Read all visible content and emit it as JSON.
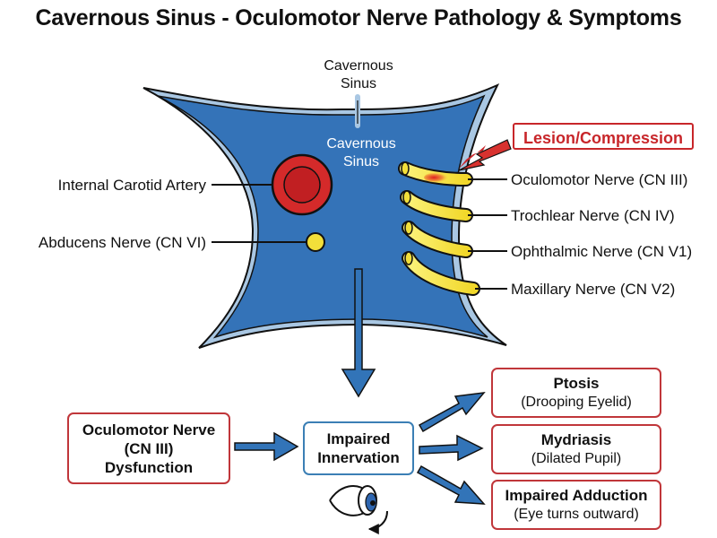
{
  "title": "Cavernous Sinus - Oculomotor Nerve Pathology & Symptoms",
  "sinus": {
    "top_label_line1": "Cavernous",
    "top_label_line2": "Sinus",
    "inner_label_line1": "Cavernous",
    "inner_label_line2": "Sinus"
  },
  "left_labels": {
    "carotid": "Internal Carotid Artery",
    "abducens": "Abducens Nerve (CN VI)"
  },
  "lesion_label": "Lesion/Compression",
  "nerves": [
    "Oculomotor Nerve (CN III)",
    "Trochlear Nerve (CN IV)",
    "Ophthalmic Nerve (CN V1)",
    "Maxillary Nerve (CN V2)"
  ],
  "flow": {
    "cause_line1": "Oculomotor Nerve",
    "cause_line2": "(CN III)",
    "cause_line3": "Dysfunction",
    "middle_line1": "Impaired",
    "middle_line2": "Innervation"
  },
  "symptoms": [
    {
      "name": "Ptosis",
      "detail": "(Drooping Eyelid)"
    },
    {
      "name": "Mydriasis",
      "detail": "(Dilated Pupil)"
    },
    {
      "name": "Impaired Adduction",
      "detail": "(Eye turns outward)"
    }
  ],
  "colors": {
    "sinus_fill": "#3473b8",
    "sinus_outline": "#a9c7e3",
    "artery": "#d42a2a",
    "nerve": "#f2df3a",
    "lesion": "#c8262a",
    "arrow": "#3274b8",
    "box_red": "#c0363a",
    "box_blue": "#3b7fb5"
  }
}
